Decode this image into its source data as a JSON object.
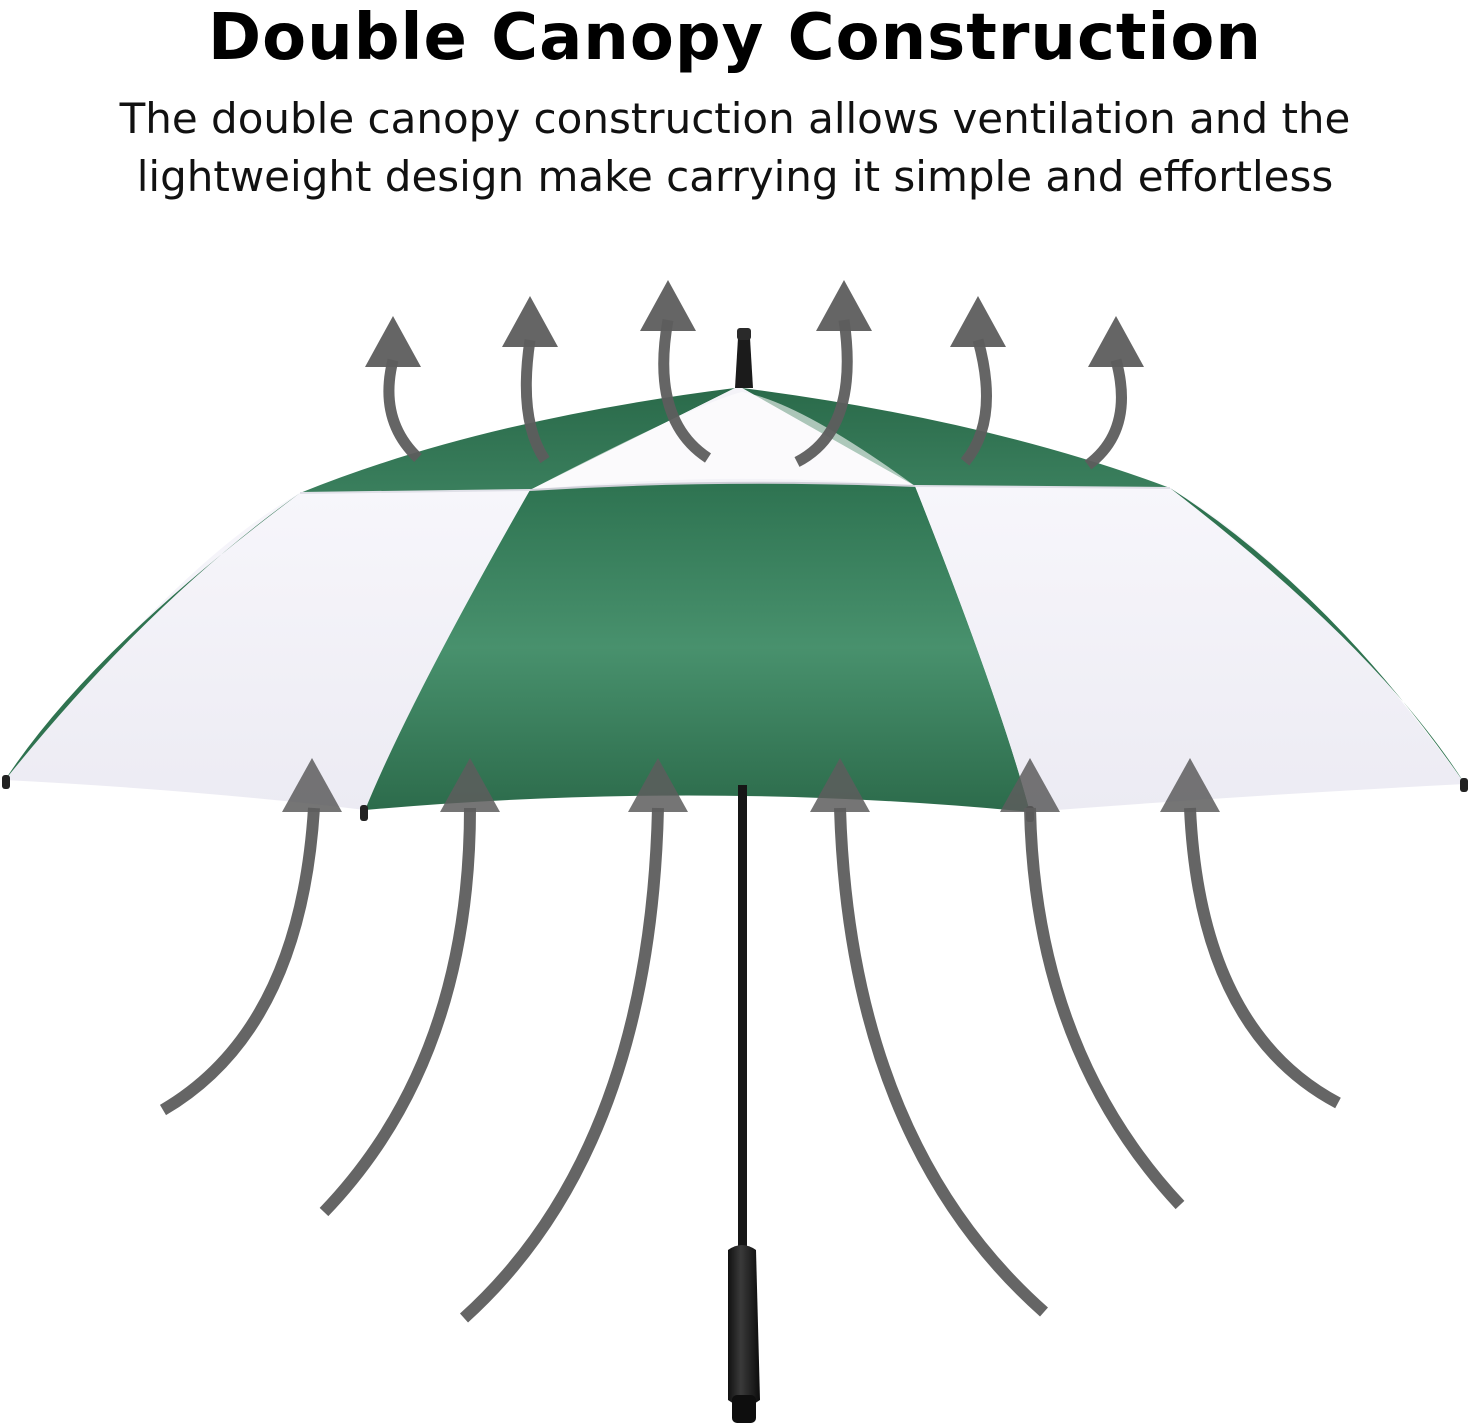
{
  "headline": "Double Canopy Construction",
  "description": {
    "line1": "The double  canopy construction allows ventilation and the",
    "line2": "lightweight design make carrying it simple and effortless"
  },
  "product_image": {
    "subject": "umbrella-icon",
    "canopy_colors": [
      "#3f8a66",
      "#f2f0f7"
    ],
    "arrow_color": "#5d5d5d"
  }
}
